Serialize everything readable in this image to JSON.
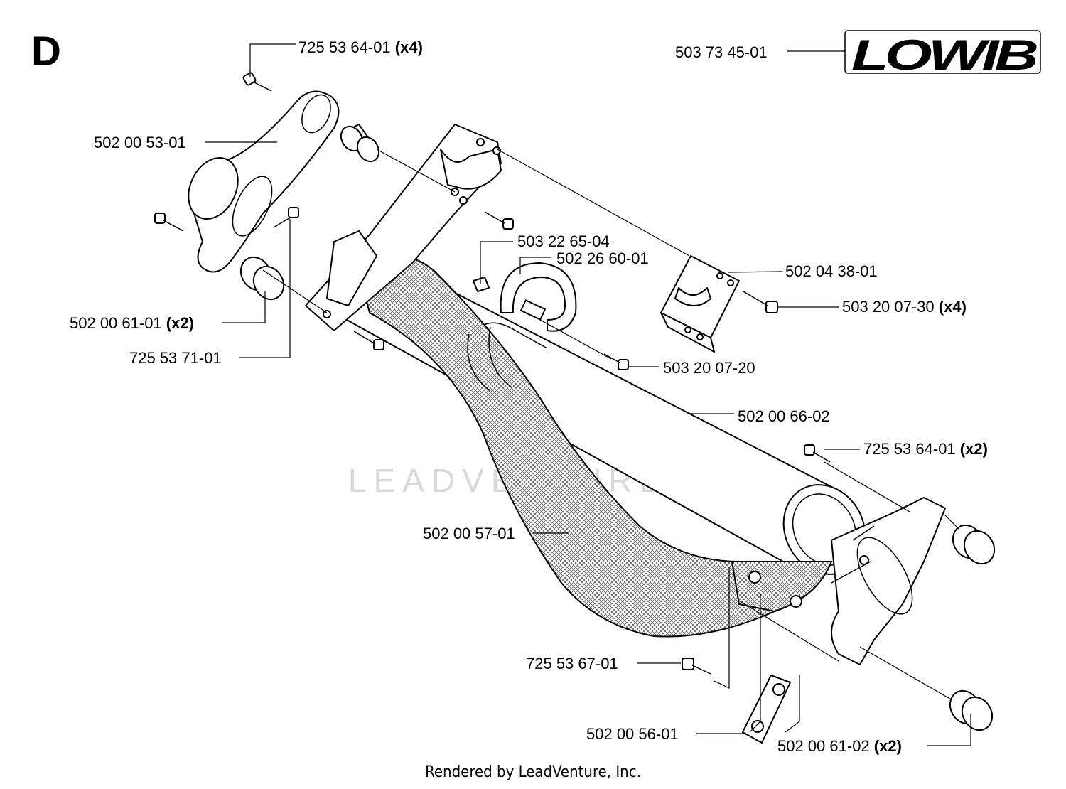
{
  "section_letter": "D",
  "logo_text": "LOWIB",
  "watermark_text": "LEADVENTURE",
  "footer_text": "Rendered by LeadVenture, Inc.",
  "parts": [
    {
      "id": "p1",
      "number": "725 53 64-01",
      "qty": "(x4)"
    },
    {
      "id": "p2",
      "number": "503 73 45-01",
      "qty": ""
    },
    {
      "id": "p3",
      "number": "502 00 53-01",
      "qty": ""
    },
    {
      "id": "p4",
      "number": "503 22 65-04",
      "qty": ""
    },
    {
      "id": "p5",
      "number": "502 26 60-01",
      "qty": ""
    },
    {
      "id": "p6",
      "number": "502 04 38-01",
      "qty": ""
    },
    {
      "id": "p7",
      "number": "503 20 07-30",
      "qty": "(x4)"
    },
    {
      "id": "p8",
      "number": "502 00 61-01",
      "qty": "(x2)"
    },
    {
      "id": "p9",
      "number": "725 53 71-01",
      "qty": ""
    },
    {
      "id": "p10",
      "number": "503 20 07-20",
      "qty": ""
    },
    {
      "id": "p11",
      "number": "502 00 66-02",
      "qty": ""
    },
    {
      "id": "p12",
      "number": "725 53 64-01",
      "qty": "(x2)"
    },
    {
      "id": "p13",
      "number": "502 00 57-01",
      "qty": ""
    },
    {
      "id": "p14",
      "number": "725 53 67-01",
      "qty": ""
    },
    {
      "id": "p15",
      "number": "502 00 56-01",
      "qty": ""
    },
    {
      "id": "p16",
      "number": "502 00 61-02",
      "qty": "(x2)"
    }
  ]
}
